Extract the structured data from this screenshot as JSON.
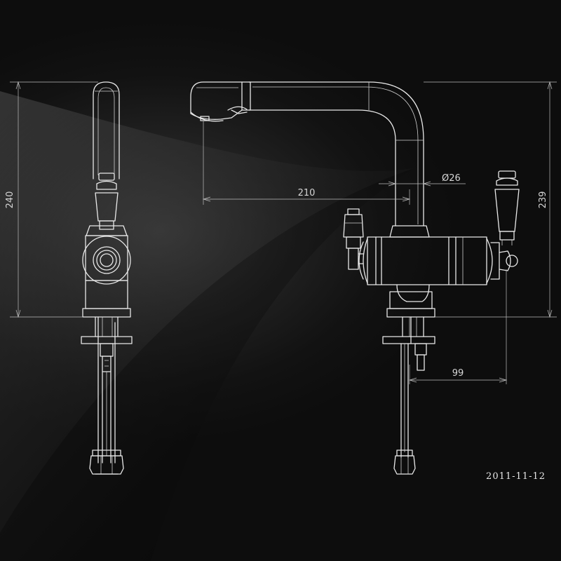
{
  "drawing": {
    "dimensions": {
      "side_height": "240",
      "front_height": "239",
      "reach": "210",
      "spout_diameter": "Ø26",
      "spacing": "99"
    },
    "date": "2011-11-12",
    "colors": {
      "background": "#000000",
      "line": "#e8e8e8",
      "sheen": "#4a4a4a"
    }
  }
}
